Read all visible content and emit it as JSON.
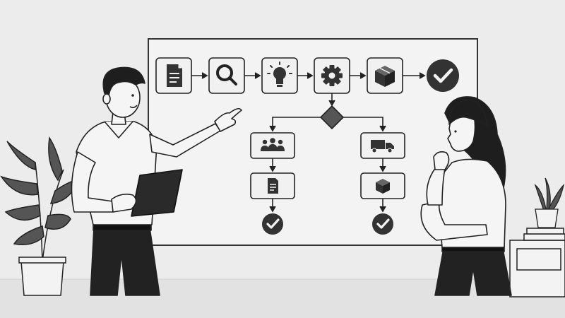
{
  "scene": {
    "background": "#ececec",
    "floor": "#e2e2e2",
    "board_fill": "#f3f3f3",
    "ink": "#222222",
    "node_fill": "#f1f1f1",
    "diamond_fill": "#555555"
  },
  "flowchart": {
    "main_steps": [
      {
        "icon": "document-icon"
      },
      {
        "icon": "magnifier-icon"
      },
      {
        "icon": "lightbulb-icon"
      },
      {
        "icon": "gear-icon"
      },
      {
        "icon": "box-icon"
      }
    ],
    "end_icon": "check-circle-icon",
    "decision_icon": "diamond-decision",
    "left_branch": [
      "people-group-icon",
      "document-icon",
      "check-circle-icon"
    ],
    "right_branch": [
      "delivery-truck-icon",
      "box-icon",
      "check-circle-icon"
    ]
  },
  "people": {
    "presenter": {
      "holding": "tablet-icon",
      "gesture": "pointing-at-board"
    },
    "listener": {
      "pose": "hand-on-chin-thinking"
    }
  },
  "decor": [
    "potted-plant-left",
    "potted-plant-right",
    "book-stack",
    "side-cabinet"
  ]
}
